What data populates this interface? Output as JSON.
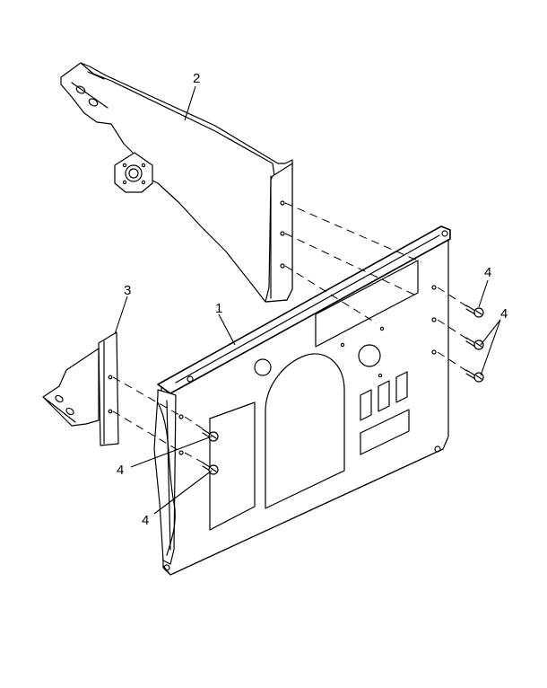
{
  "callouts": {
    "part1": "1",
    "part2": "2",
    "part3": "3",
    "part4a": "4",
    "part4b": "4",
    "part4c": "4",
    "part4d": "4"
  },
  "colors": {
    "ink": "#000000",
    "paper": "#ffffff"
  }
}
